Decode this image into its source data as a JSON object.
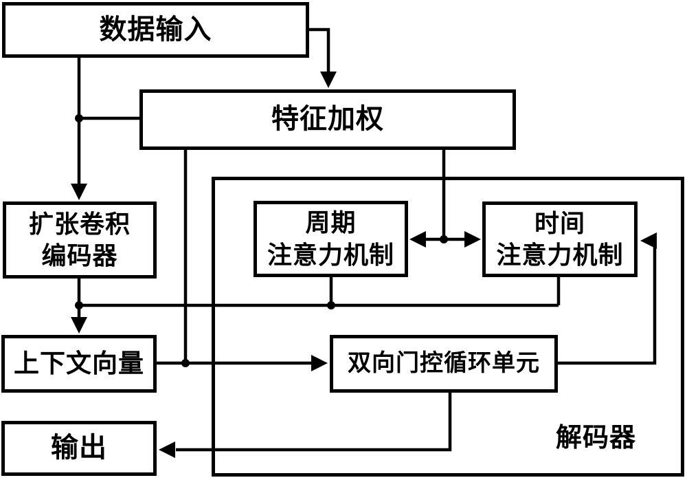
{
  "diagram": {
    "type": "flowchart",
    "language": "zh-CN",
    "colors": {
      "background": "#ffffff",
      "stroke": "#000000",
      "box_fill": "#ffffff",
      "text": "#000000"
    },
    "nodes": {
      "data_input": {
        "label": "数据输入"
      },
      "feature_weighting": {
        "label": "特征加权"
      },
      "dilated_conv_encoder": {
        "label": "扩张卷积\n编码器"
      },
      "periodic_attention": {
        "label": "周期\n注意力机制"
      },
      "temporal_attention": {
        "label": "时间\n注意力机制"
      },
      "context_vector": {
        "label": "上下文向量"
      },
      "bigru": {
        "label": "双向门控循环单元"
      },
      "output": {
        "label": "输出"
      },
      "decoder_container": {
        "label": "解码器"
      }
    },
    "edges": [
      {
        "from": "数据输入",
        "to": "扩张卷积编码器",
        "arrow": true
      },
      {
        "from": "数据输入",
        "to": "特征加权",
        "arrow": true,
        "via": "right-side drop into top"
      },
      {
        "from": "数据输入",
        "to": "特征加权",
        "arrow": false,
        "via": "junction dot into left edge"
      },
      {
        "from": "特征加权",
        "to": "周期注意力机制 / 时间注意力机制",
        "arrow": true,
        "bidirectional": true,
        "via": "drop to double-headed arrow between attention boxes"
      },
      {
        "from": "特征加权",
        "to": "上下文向量→双向门控循环单元 线",
        "arrow": false,
        "via": "junction dot"
      },
      {
        "from": "周期注意力机制 / 时间注意力机制",
        "to": "编码器→上下文向量 线",
        "arrow": false,
        "via": "shared horizontal bus with junction dots"
      },
      {
        "from": "扩张卷积编码器",
        "to": "上下文向量",
        "arrow": true
      },
      {
        "from": "上下文向量",
        "to": "双向门控循环单元",
        "arrow": true
      },
      {
        "from": "双向门控循环单元",
        "to": "时间注意力机制",
        "arrow": true,
        "via": "right-side feedback loop"
      },
      {
        "from": "双向门控循环单元",
        "to": "输出",
        "arrow": true,
        "via": "bottom drop then left"
      }
    ]
  }
}
